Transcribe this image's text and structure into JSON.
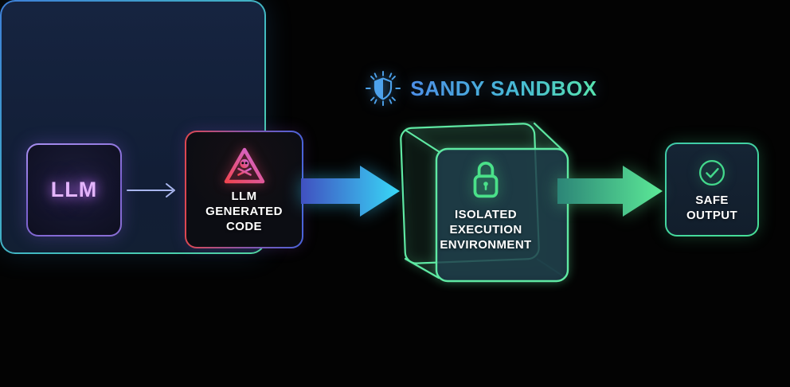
{
  "colors": {
    "background": "#030303",
    "llm_accent": "#8f77dd",
    "llm_text": "#e3b4fb",
    "code_border_left": "#dd4750",
    "code_border_right": "#4a63da",
    "warning_gradient_from": "#ef4550",
    "warning_gradient_to": "#cf6be2",
    "blue_arrow_from": "#4050c0",
    "blue_arrow_to": "#38d9f8",
    "sandbox_border_from": "#3d7fd8",
    "sandbox_border_to": "#4fe0a0",
    "sandbox_title_from": "#4d8fe8",
    "sandbox_title_to": "#57e4ae",
    "cube_stroke": "#5fe9a3",
    "lock_green": "#4ae189",
    "green_arrow_from": "#2c8577",
    "green_arrow_to": "#5cea97",
    "safe_accent": "#43d98c",
    "text_white": "#ffffff"
  },
  "flow": {
    "llm": {
      "label": "LLM"
    },
    "arrow_llm_to_code": {
      "icon": "thin-right-arrow"
    },
    "generated_code": {
      "icon": "warning-skull-icon",
      "line1": "LLM",
      "line2": "GENERATED",
      "line3": "CODE"
    },
    "arrow_code_to_sandbox": {
      "icon": "block-right-arrow-blue"
    },
    "sandbox": {
      "icon": "shield-rays-icon",
      "title": "SANDY SANDBOX",
      "cube": {
        "icon": "lock-icon",
        "line1": "ISOLATED",
        "line2": "EXECUTION",
        "line3": "ENVIRONMENT"
      }
    },
    "arrow_sandbox_to_output": {
      "icon": "block-right-arrow-green"
    },
    "safe_output": {
      "icon": "check-circle-icon",
      "line1": "SAFE",
      "line2": "OUTPUT"
    }
  }
}
